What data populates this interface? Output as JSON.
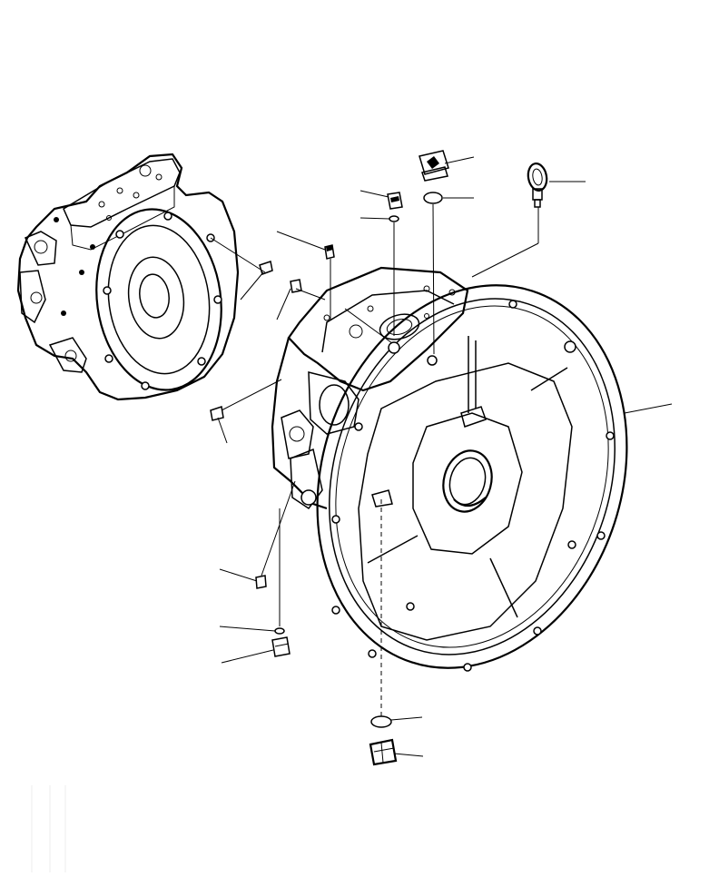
{
  "drawing": {
    "background": "#ffffff",
    "line_color": "#000000",
    "parts": [
      "hydraulic-pump-assembly",
      "pump-housing-with-flange",
      "bolt",
      "breather-plug",
      "eye-bolt",
      "o-ring",
      "hex-plug",
      "drain-plug"
    ]
  }
}
